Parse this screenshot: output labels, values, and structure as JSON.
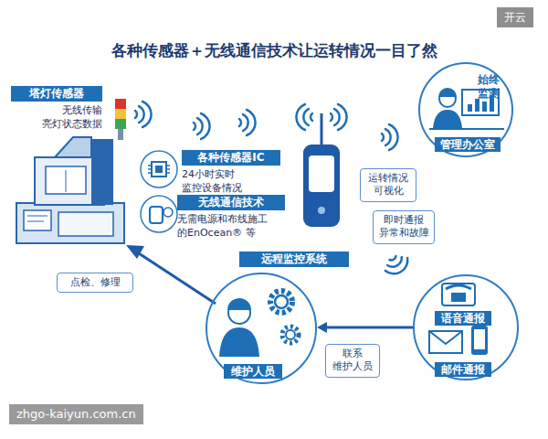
{
  "diagram": {
    "title": "各种传感器＋无线通信技术让运转情况一目了然",
    "nodes": [
      {
        "text": [
          "塔灯传感器",
          "无线传输 亮灯状态数据"
        ]
      },
      {
        "text": [
          "各种传感器IC",
          "24小时实时 监控设备情况"
        ]
      },
      {
        "text": [
          "无线通信技术",
          "无需电源和布线施工 的EnOcean® 等"
        ]
      },
      {
        "text": [
          "始终 监测",
          "管理办公室"
        ]
      },
      {
        "text": [
          "运转情况 可视化"
        ]
      },
      {
        "text": [
          "即时通报 异常和故障"
        ]
      },
      {
        "text": [
          "远程监控系统"
        ]
      },
      {
        "text": [
          "点检、修理"
        ]
      },
      {
        "text": [
          "维护人员"
        ]
      },
      {
        "text": [
          "联系 维护人员"
        ]
      },
      {
        "text": [
          "语音通报",
          "邮件通报"
        ]
      }
    ],
    "edges": [
      {
        "from": 10,
        "to": 8,
        "arrow": "to"
      }
    ],
    "labels": [
      "开云",
      "zhgo-kaiyun.com.cn"
    ]
  }
}
